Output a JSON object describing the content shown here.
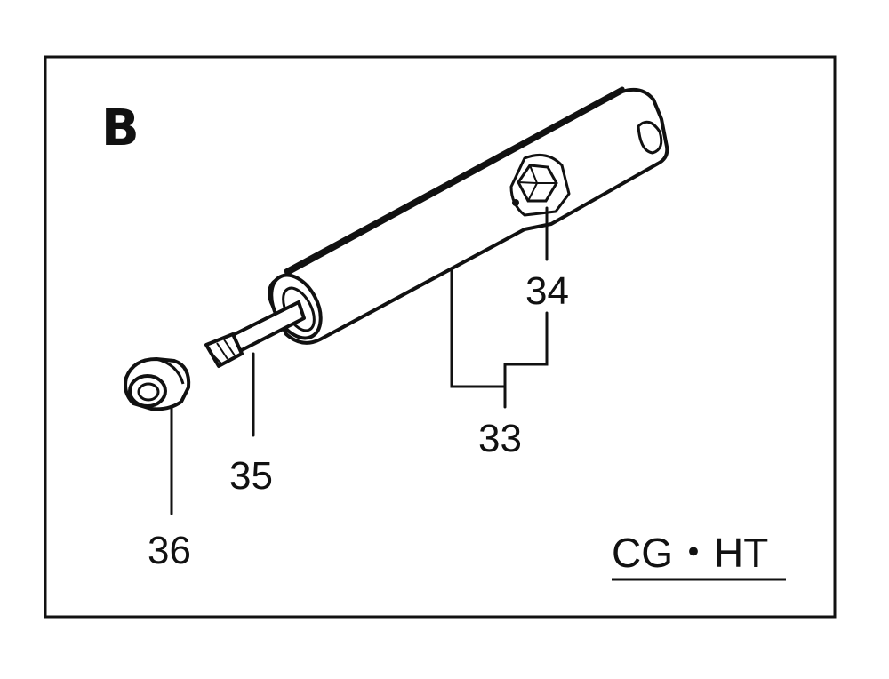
{
  "diagram": {
    "section_letter": "B",
    "model_code": "CG・HT",
    "callouts": [
      "33",
      "34",
      "35",
      "36"
    ]
  }
}
